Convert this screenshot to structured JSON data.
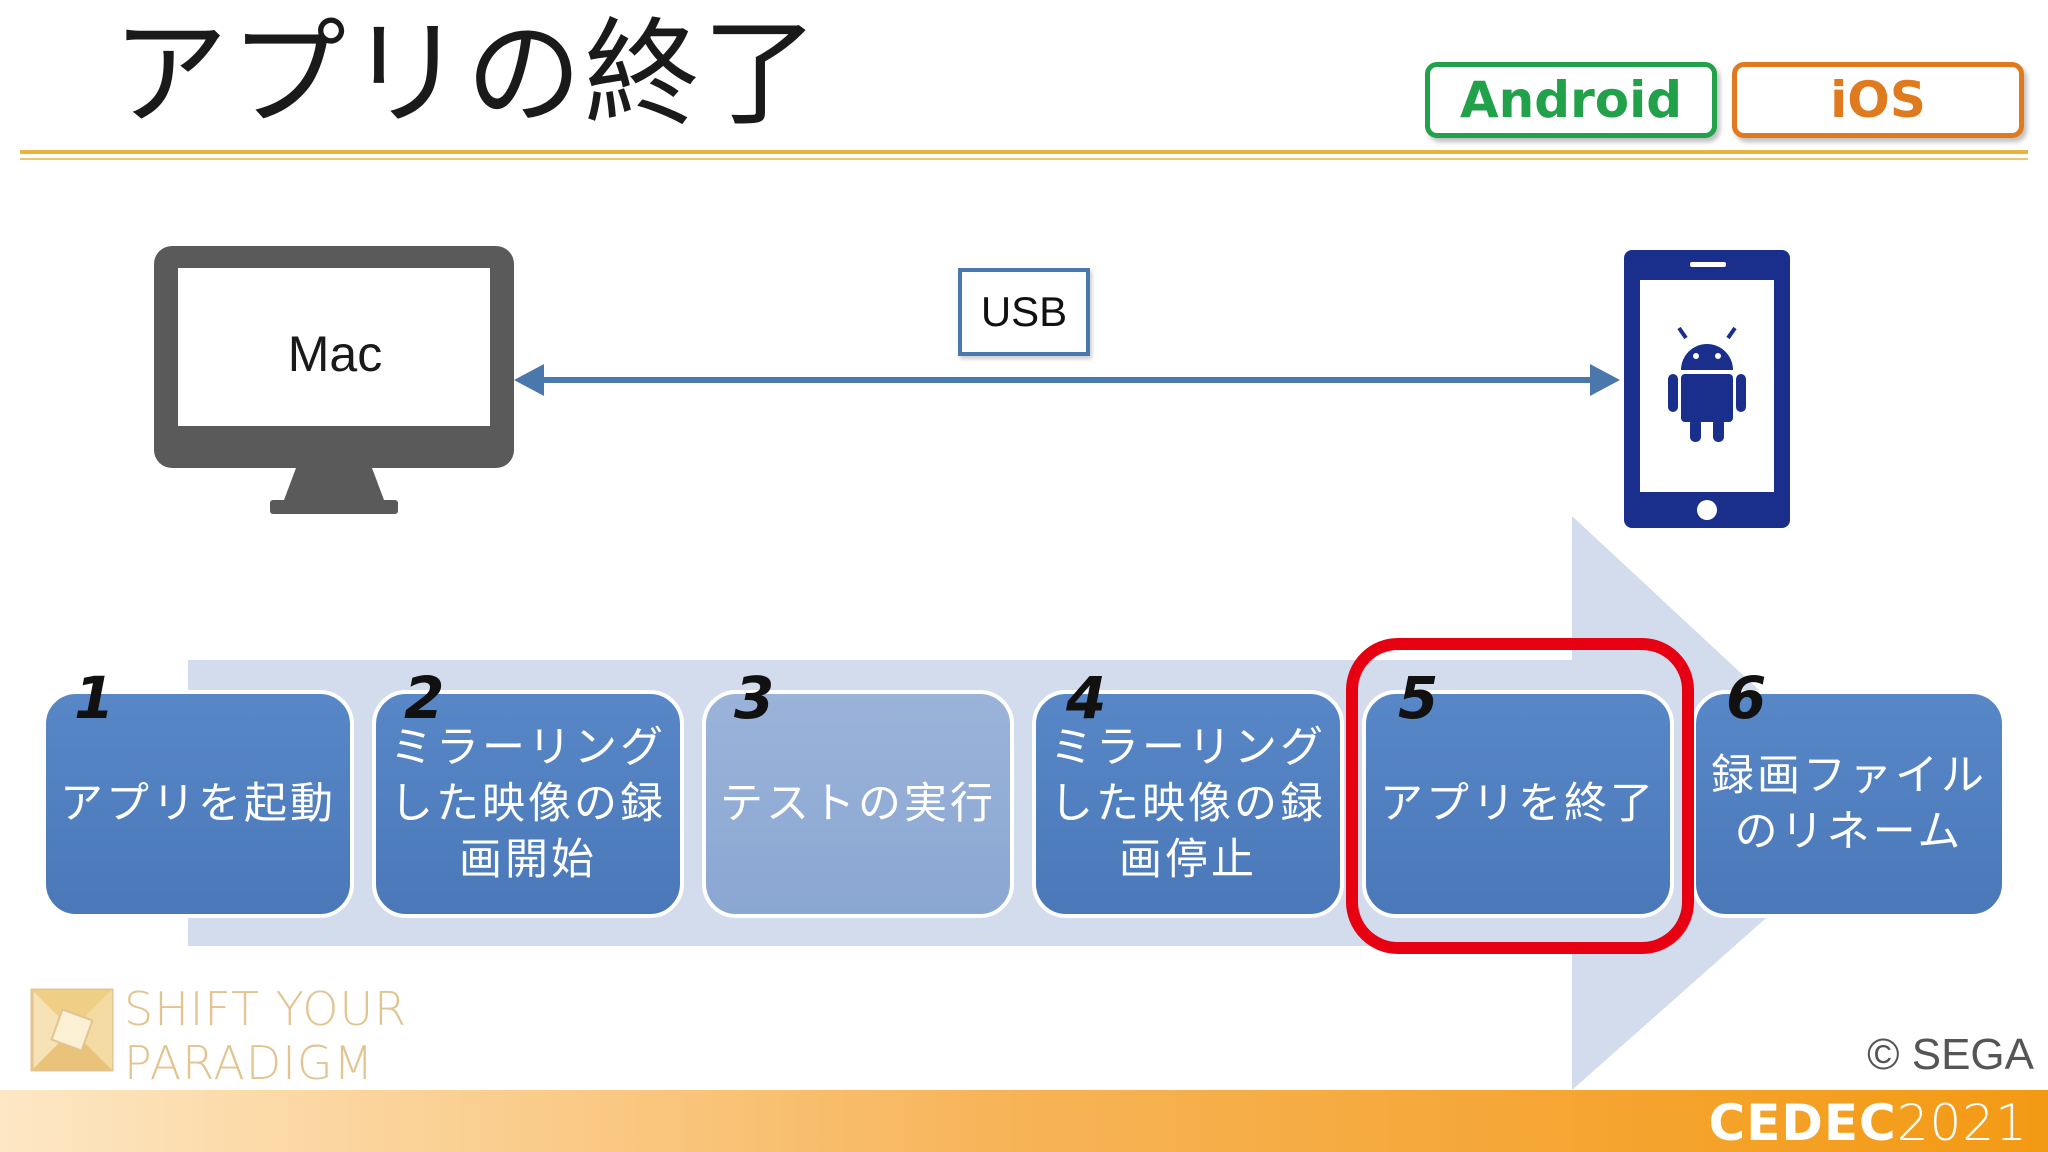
{
  "slide": {
    "title": "アプリの終了",
    "platforms": [
      "Android",
      "iOS"
    ],
    "colors": {
      "android": "#21a14a",
      "ios": "#e07a1e",
      "accent": "#4a78ad",
      "highlight": "#e60012"
    }
  },
  "diagram": {
    "mac_label": "Mac",
    "usb_label": "USB",
    "mac_icon": "desktop-monitor-icon",
    "phone_icon": "android-phone-icon"
  },
  "steps": [
    {
      "number": "1",
      "label": "アプリを起動"
    },
    {
      "number": "2",
      "label": "ミラーリングした映像の録画開始"
    },
    {
      "number": "3",
      "label": "テストの実行"
    },
    {
      "number": "4",
      "label": "ミラーリングした映像の録画停止"
    },
    {
      "number": "5",
      "label": "アプリを終了"
    },
    {
      "number": "6",
      "label": "録画ファイルのリネーム"
    }
  ],
  "footer": {
    "brand_line1": "SHIFT YOUR",
    "brand_line2": "PARADIGM",
    "copyright": "© SEGA",
    "event_name": "CEDEC",
    "event_year": "2021"
  }
}
